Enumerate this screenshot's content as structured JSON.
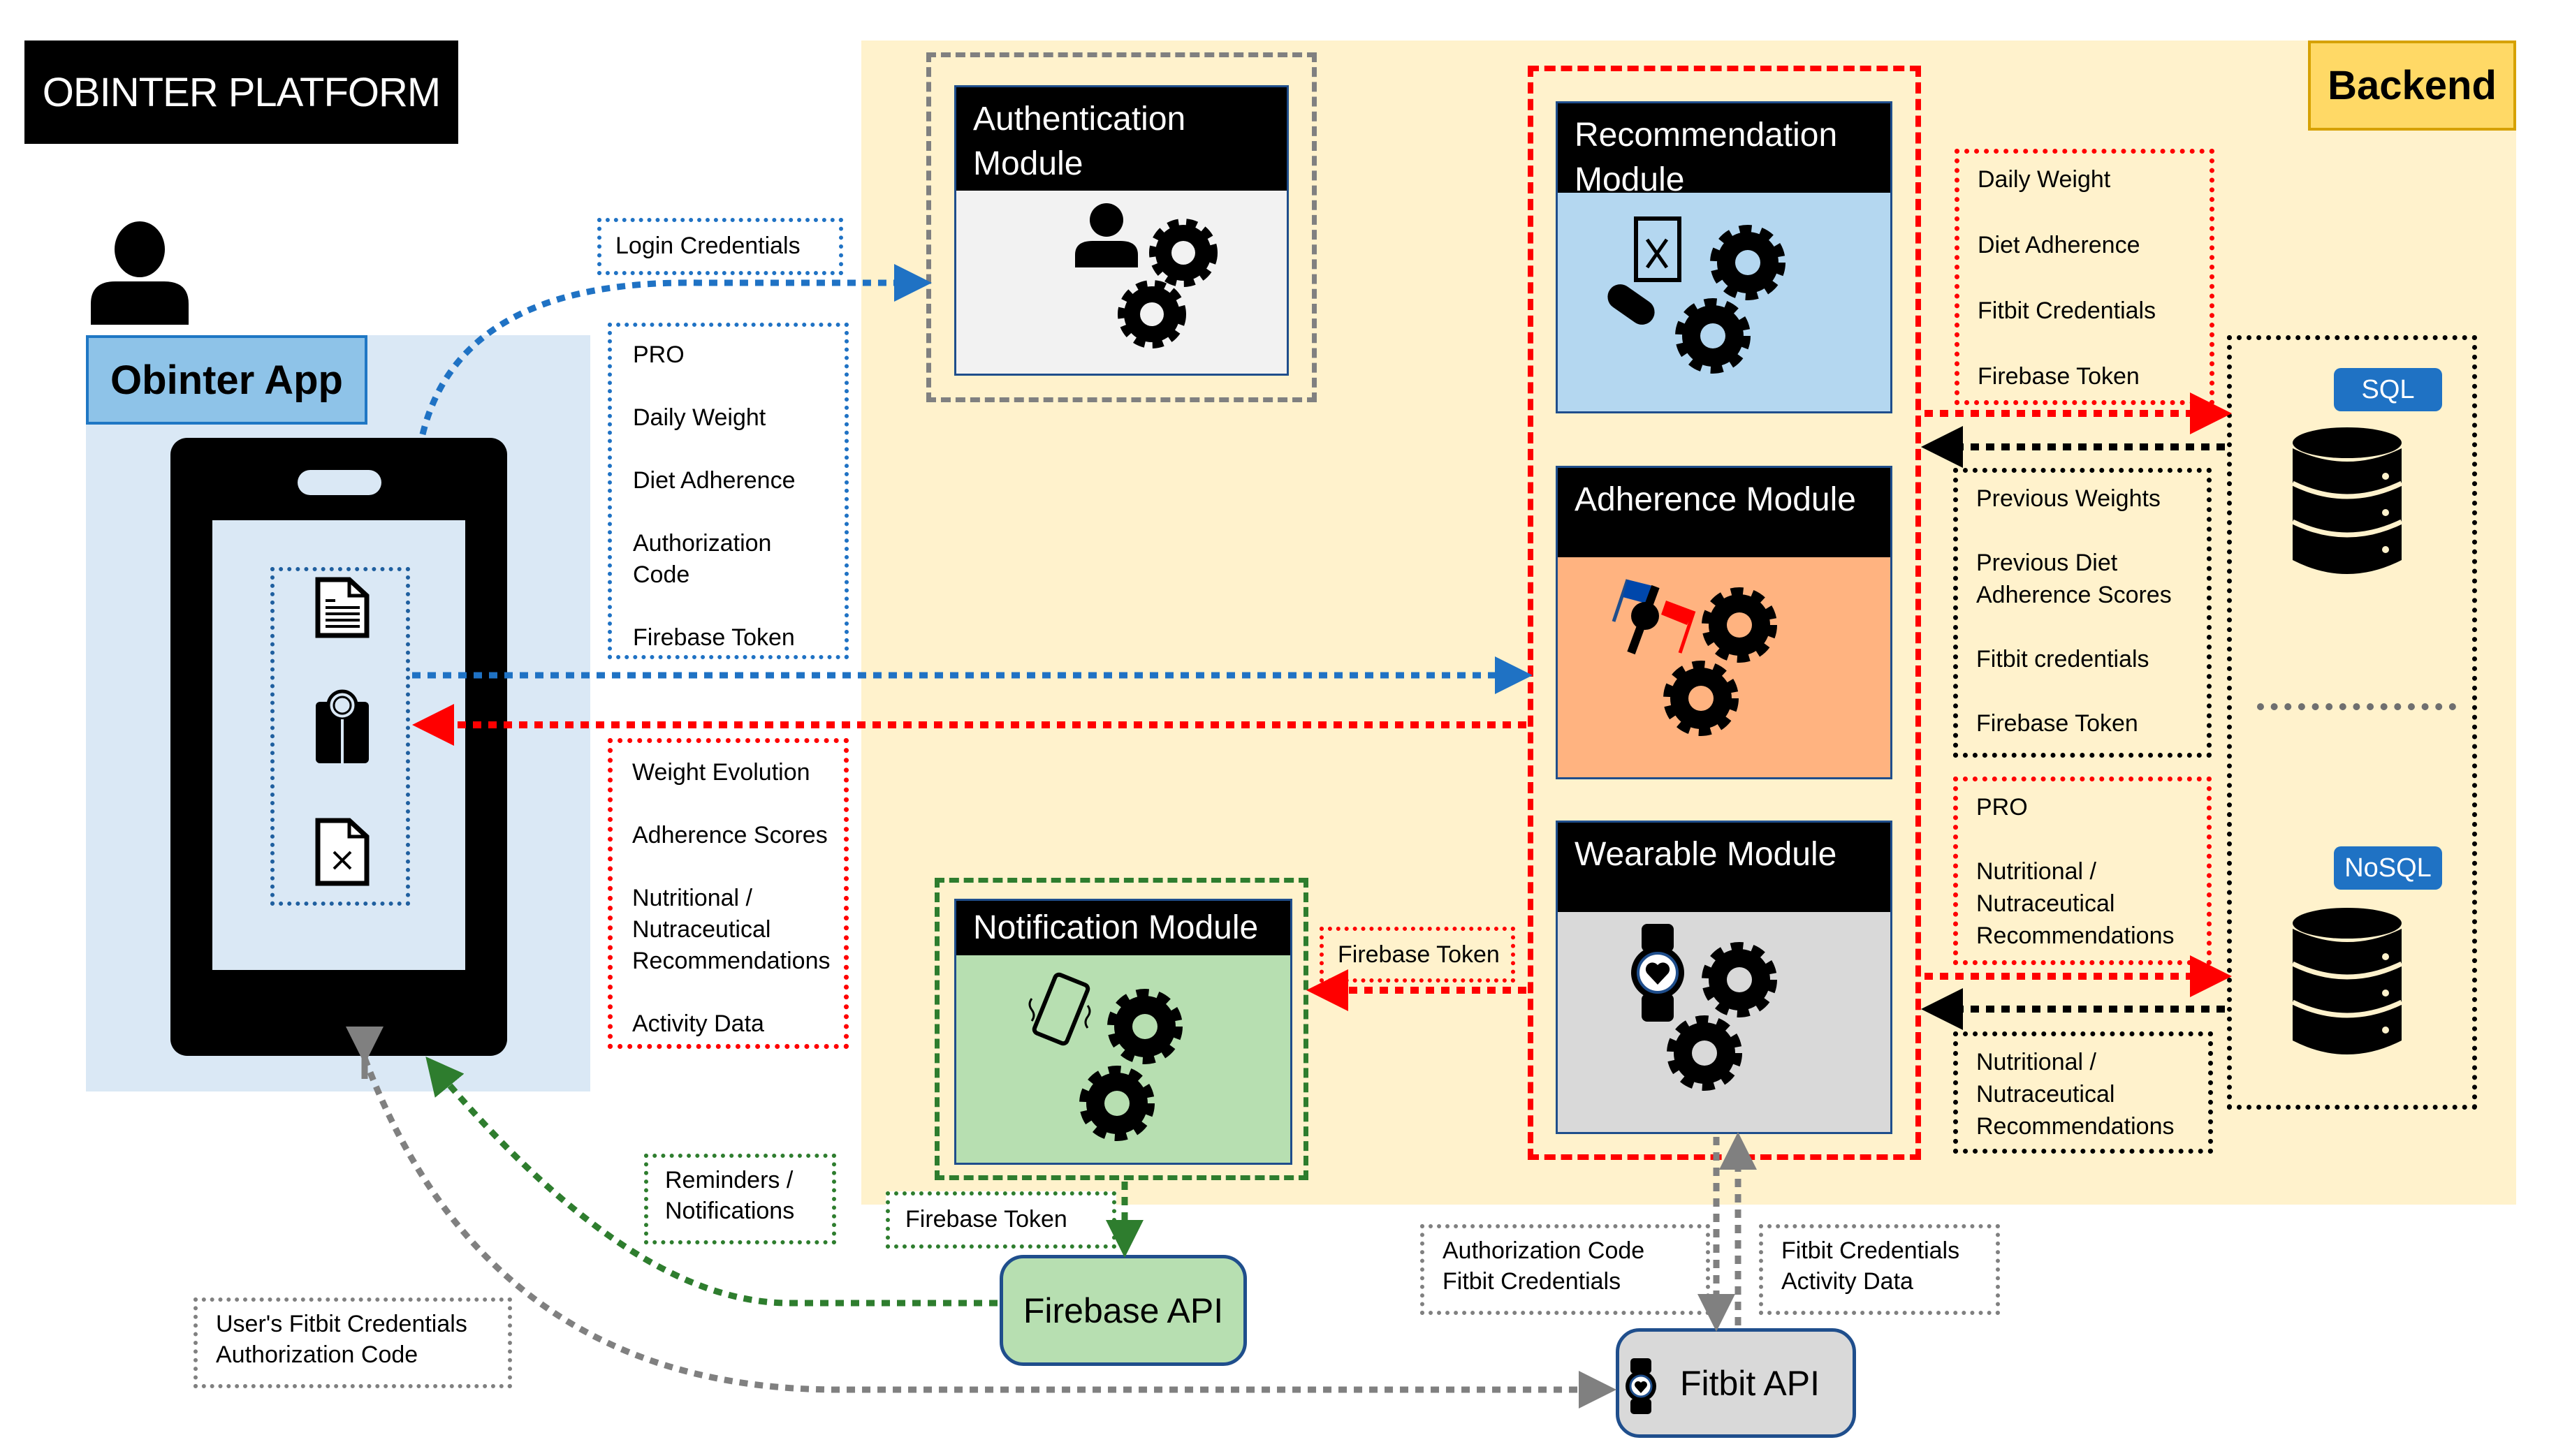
{
  "title": "OBINTER PLATFORM",
  "backend_label": "Backend",
  "app": {
    "label": "Obinter App",
    "screen_icons": [
      "document-icon",
      "weighing-scale-icon",
      "diet-document-icon"
    ]
  },
  "modules": {
    "authentication": {
      "title": "Authentication Module",
      "icon": "user-gears-icon",
      "color": "#f2f2f2"
    },
    "recommendation": {
      "title": "Recommendation Module",
      "icon": "menu-pill-gears-icon",
      "color": "#b4d7f0"
    },
    "adherence": {
      "title": "Adherence Module",
      "icon": "flags-gears-icon",
      "color": "#ffb380"
    },
    "wearable": {
      "title": "Wearable Module",
      "icon": "smartwatch-gears-icon",
      "color": "#d9d9d9"
    },
    "notification": {
      "title": "Notification Module",
      "icon": "vibrating-phone-gears-icon",
      "color": "#b7dfb1"
    }
  },
  "databases": {
    "sql": {
      "label": "SQL"
    },
    "nosql": {
      "label": "NoSQL"
    }
  },
  "external_apis": {
    "firebase": {
      "label": "Firebase API"
    },
    "fitbit": {
      "label": "Fitbit API"
    }
  },
  "data_flows": {
    "login_credentials": {
      "items": [
        "Login Credentials"
      ],
      "color": "#1f72c4"
    },
    "app_to_backend": {
      "items": [
        "PRO",
        "Daily Weight",
        "Diet Adherence",
        "Authorization Code",
        "Firebase Token"
      ],
      "color": "#1f72c4"
    },
    "backend_to_app": {
      "items": [
        "Weight Evolution",
        "Adherence Scores",
        "Nutritional / Nutraceutical Recommendations",
        "Activity Data"
      ],
      "color": "#ff0000"
    },
    "backend_to_sql": {
      "items": [
        "Daily Weight",
        "Diet Adherence",
        "Fitbit Credentials",
        "Firebase Token"
      ],
      "color": "#ff0000"
    },
    "sql_to_backend": {
      "items": [
        "Previous Weights",
        "Previous Diet Adherence Scores",
        "Fitbit credentials",
        "Firebase Token"
      ],
      "color": "#000000"
    },
    "backend_to_nosql": {
      "items": [
        "PRO",
        "Nutritional / Nutraceutical Recommendations"
      ],
      "color": "#ff0000"
    },
    "nosql_to_backend": {
      "items": [
        "Nutritional / Nutraceutical Recommendations"
      ],
      "color": "#000000"
    },
    "backend_to_notification": {
      "items": [
        "Firebase Token"
      ],
      "color": "#ff0000"
    },
    "notification_to_firebase": {
      "items": [
        "Firebase Token"
      ],
      "color": "#2e7d2e"
    },
    "firebase_to_app": {
      "items": [
        "Reminders / Notifications"
      ],
      "color": "#2e7d2e"
    },
    "app_to_fitbit": {
      "items": [
        "User's Fitbit Credentials",
        "Authorization Code"
      ],
      "color": "#808080"
    },
    "wearable_to_fitbit": {
      "items": [
        "Authorization Code",
        "Fitbit Credentials"
      ],
      "color": "#808080"
    },
    "fitbit_to_wearable": {
      "items": [
        "Fitbit Credentials",
        "Activity Data"
      ],
      "color": "#808080"
    }
  }
}
